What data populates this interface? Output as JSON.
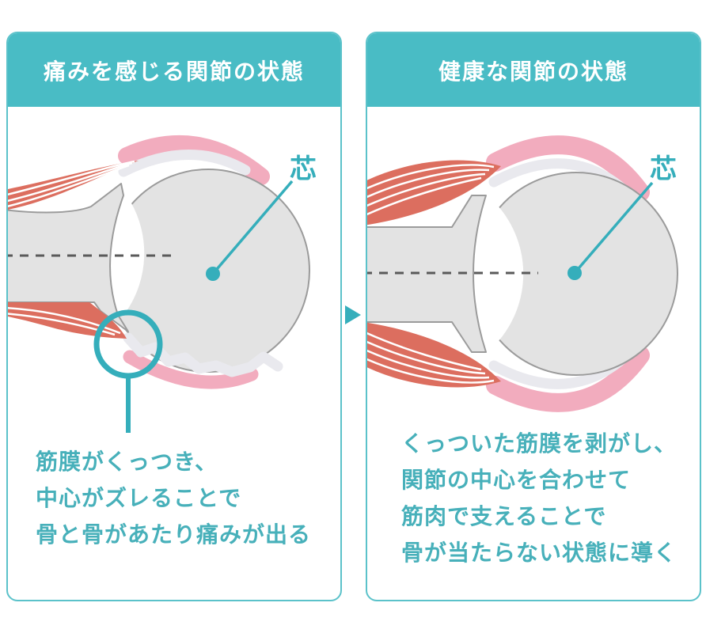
{
  "colors": {
    "teal": "#49BCC5",
    "border_teal": "#5BC2CA",
    "accent_teal": "#35AEBB",
    "text_teal": "#47B0BA",
    "muscle_red": "#DC6E5F",
    "fascia_pink": "#F2ACBE",
    "bone_gray": "#E3E3E3",
    "bone_outline_gray": "#9B9B9B",
    "capsule_gray": "#E9E9EE",
    "axis_dash_gray": "#5A5A5A"
  },
  "panels": {
    "left": {
      "title": "痛みを感じる関節の状態",
      "core_label": "芯",
      "caption_lines": {
        "0": "筋膜がくっつき、",
        "1": "中心がズレることで",
        "2": "骨と骨があたり痛みが出る"
      }
    },
    "right": {
      "title": "健康な関節の状態",
      "core_label": "芯",
      "caption_lines": {
        "0": "くっついた筋膜を剥がし、",
        "1": "関節の中心を合わせて",
        "2": "筋肉で支えることで",
        "3": "骨が当たらない状態に導く"
      }
    }
  }
}
